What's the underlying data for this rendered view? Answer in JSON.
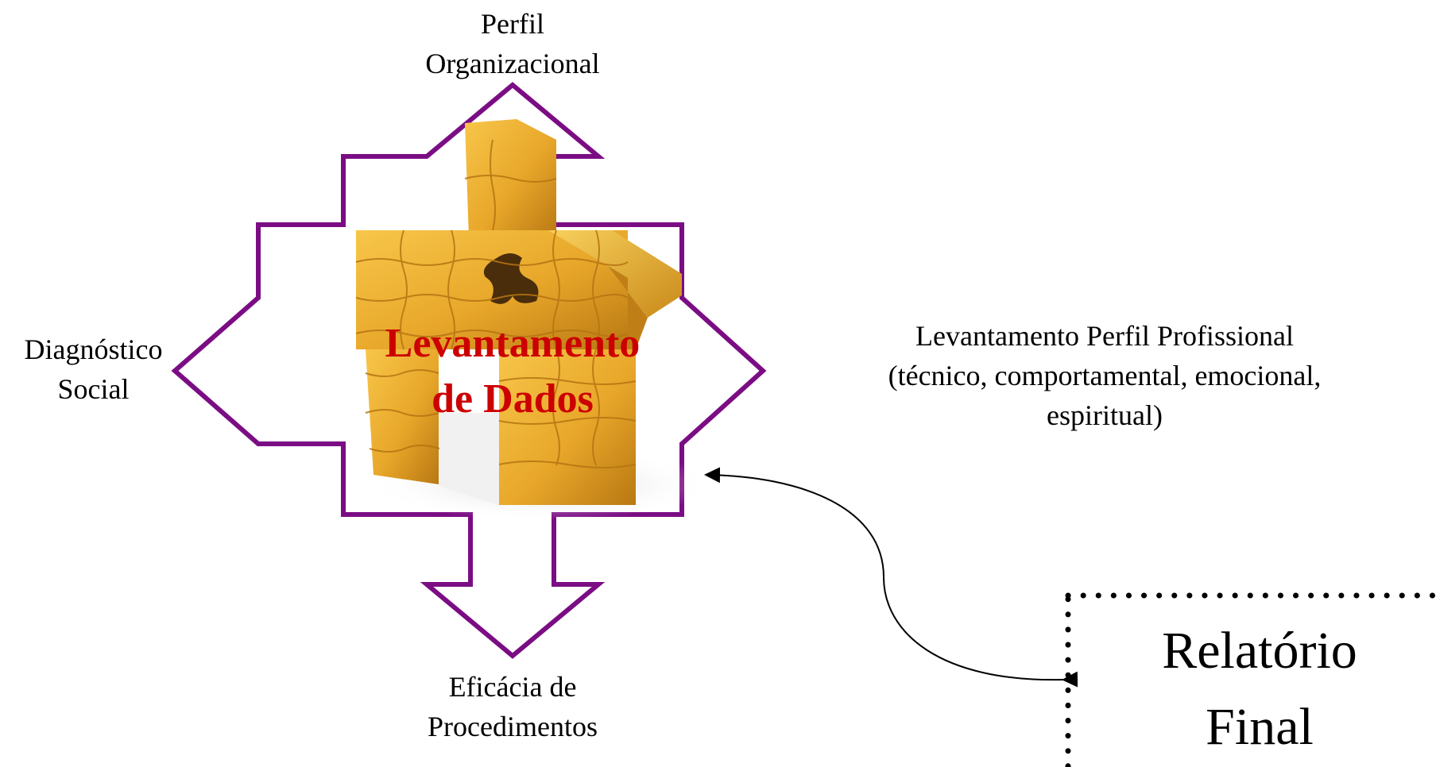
{
  "diagram": {
    "center_label_line1": "Levantamento",
    "center_label_line2": "de Dados",
    "top_label_line1": "Perfil",
    "top_label_line2": "Organizacional",
    "left_label_line1": "Diagnóstico",
    "left_label_line2": "Social",
    "right_label_line1": "Levantamento Perfil Profissional",
    "right_label_line2": "(técnico, comportamental, emocional,",
    "right_label_line3": "espiritual)",
    "bottom_label_line1": "Eficácia de",
    "bottom_label_line2": "Procedimentos",
    "final_box_line1": "Relatório",
    "final_box_line2": "Final"
  },
  "colors": {
    "arrow_outline": "#7b0d84",
    "center_text": "#cc0000",
    "puzzle_gold": "#e8a72a"
  },
  "icons": {
    "center_image": "puzzle-house-icon"
  }
}
